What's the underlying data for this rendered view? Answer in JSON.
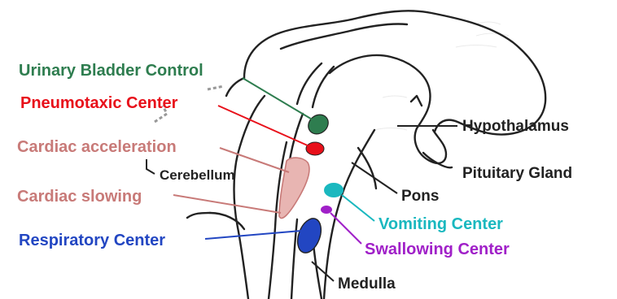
{
  "labels": {
    "urinary": "Urinary Bladder Control",
    "pneumotaxic": "Pneumotaxic Center",
    "cardiac_accel": "Cardiac acceleration",
    "cerebellum": "Cerebellum",
    "cardiac_slow": "Cardiac slowing",
    "respiratory": "Respiratory Center",
    "hypothalamus": "Hypothalamus",
    "pituitary": "Pituitary Gland",
    "pons": "Pons",
    "vomiting": "Vomiting Center",
    "swallowing": "Swallowing Center",
    "medulla": "Medulla"
  },
  "colors": {
    "urinary": "#2e7d4f",
    "pneumotaxic": "#e8101a",
    "cardiac": "#c87a78",
    "cardiac_fill": "#e8b5b2",
    "respiratory": "#2246c2",
    "vomiting": "#1ab8bf",
    "swallowing": "#a020c8",
    "dark": "#222222"
  }
}
